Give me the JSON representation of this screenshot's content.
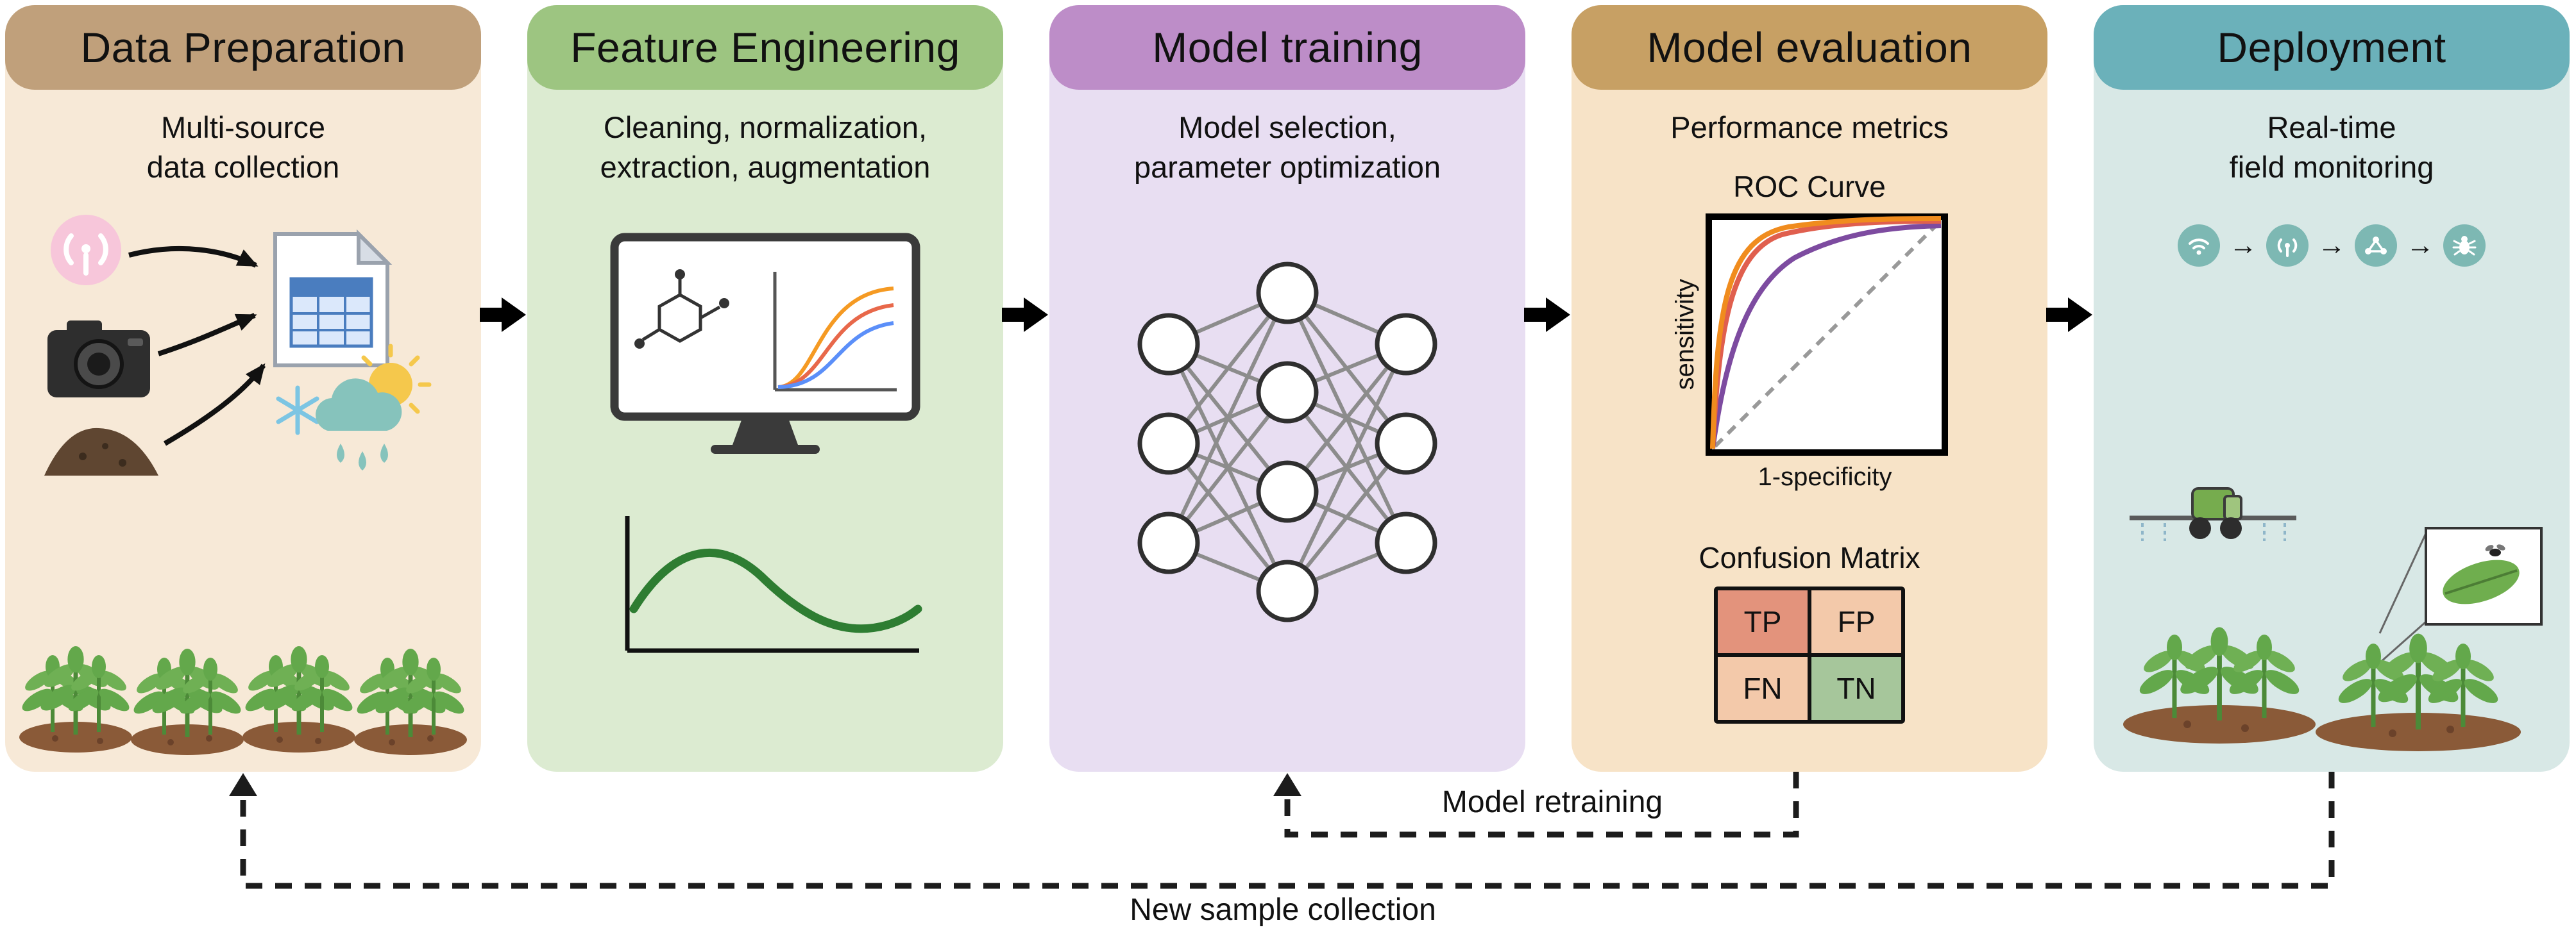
{
  "stages": [
    {
      "title": "Data Preparation",
      "subtitle": "Multi-source\ndata collection",
      "header_color": "#c0a07b",
      "body_color": "#f7e9d7",
      "icons": [
        "signal-icon",
        "camera-icon",
        "soil-sample-icon",
        "spreadsheet-icon",
        "snowflake-icon",
        "sun-icon",
        "cloud-icon",
        "raindrops-icon",
        "crop-seedlings-illustration"
      ]
    },
    {
      "title": "Feature Engineering",
      "subtitle": "Cleaning, normalization,\nextraction, augmentation",
      "header_color": "#9dc581",
      "body_color": "#dcebd1",
      "icons": [
        "monitor-icon",
        "molecule-icon",
        "sigmoid-curves-icon",
        "trend-curve-icon"
      ]
    },
    {
      "title": "Model training",
      "subtitle": "Model selection,\nparameter optimization",
      "header_color": "#bd8dc8",
      "body_color": "#e8def2",
      "icons": [
        "neural-network-diagram"
      ]
    },
    {
      "title": "Model evaluation",
      "subtitle": "Performance metrics",
      "header_color": "#c7a064",
      "body_color": "#f7e3c7",
      "icons": [
        "roc-plot",
        "confusion-matrix"
      ]
    },
    {
      "title": "Deployment",
      "subtitle": "Real-time\nfield monitoring",
      "header_color": "#6bb1ba",
      "body_color": "#d8e8e6",
      "icons": [
        "wifi-icon",
        "broadcast-icon",
        "network-icon",
        "insect-icon",
        "sprayer-icon",
        "leaf-callout",
        "crop-plants-illustration"
      ]
    }
  ],
  "evaluation": {
    "roc_title": "ROC Curve",
    "roc_y_label": "sensitivity",
    "roc_x_label": "1-specificity",
    "roc_curve_colors": [
      "#f08c1e",
      "#e05f4e",
      "#7d4ba0"
    ],
    "confusion_title": "Confusion Matrix",
    "confusion_cells": [
      {
        "label": "TP",
        "color": "#e3937c"
      },
      {
        "label": "FP",
        "color": "#f3c9aa"
      },
      {
        "label": "FN",
        "color": "#f3c9aa"
      },
      {
        "label": "TN",
        "color": "#a6c69b"
      }
    ]
  },
  "deployment": {
    "chain_arrow": "→"
  },
  "feedback_loops": [
    {
      "label": "Model retraining"
    },
    {
      "label": "New sample collection"
    }
  ]
}
